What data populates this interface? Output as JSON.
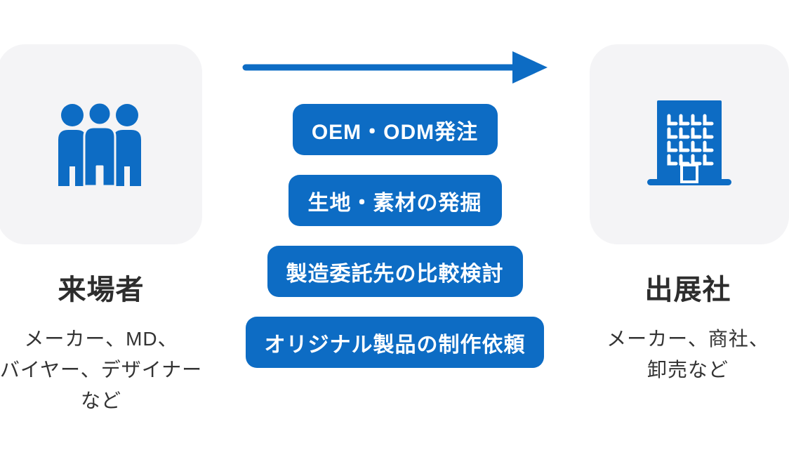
{
  "diagram": {
    "left_entity": {
      "title": "来場者",
      "description_lines": [
        "メーカー、MD、",
        "バイヤー、デザイナー",
        "など"
      ],
      "icon": "people-group-icon"
    },
    "right_entity": {
      "title": "出展社",
      "description_lines": [
        "メーカー、商社、",
        "卸売など"
      ],
      "icon": "office-building-icon"
    },
    "arrow": {
      "icon": "right-arrow-icon",
      "direction": "left-to-right",
      "from": "来場者",
      "to": "出展社"
    },
    "activities": [
      {
        "label": "OEM・ODM発注"
      },
      {
        "label": "生地・素材の発掘"
      },
      {
        "label": "製造委託先の比較検討"
      },
      {
        "label": "オリジナル製品の制作依頼"
      }
    ],
    "colors": {
      "brand_blue": "#0d6cc4",
      "card_background": "#f4f4f6",
      "title_text": "#2d2d2d",
      "description_text": "#333333",
      "pill_text": "#ffffff",
      "background": "#ffffff"
    }
  }
}
